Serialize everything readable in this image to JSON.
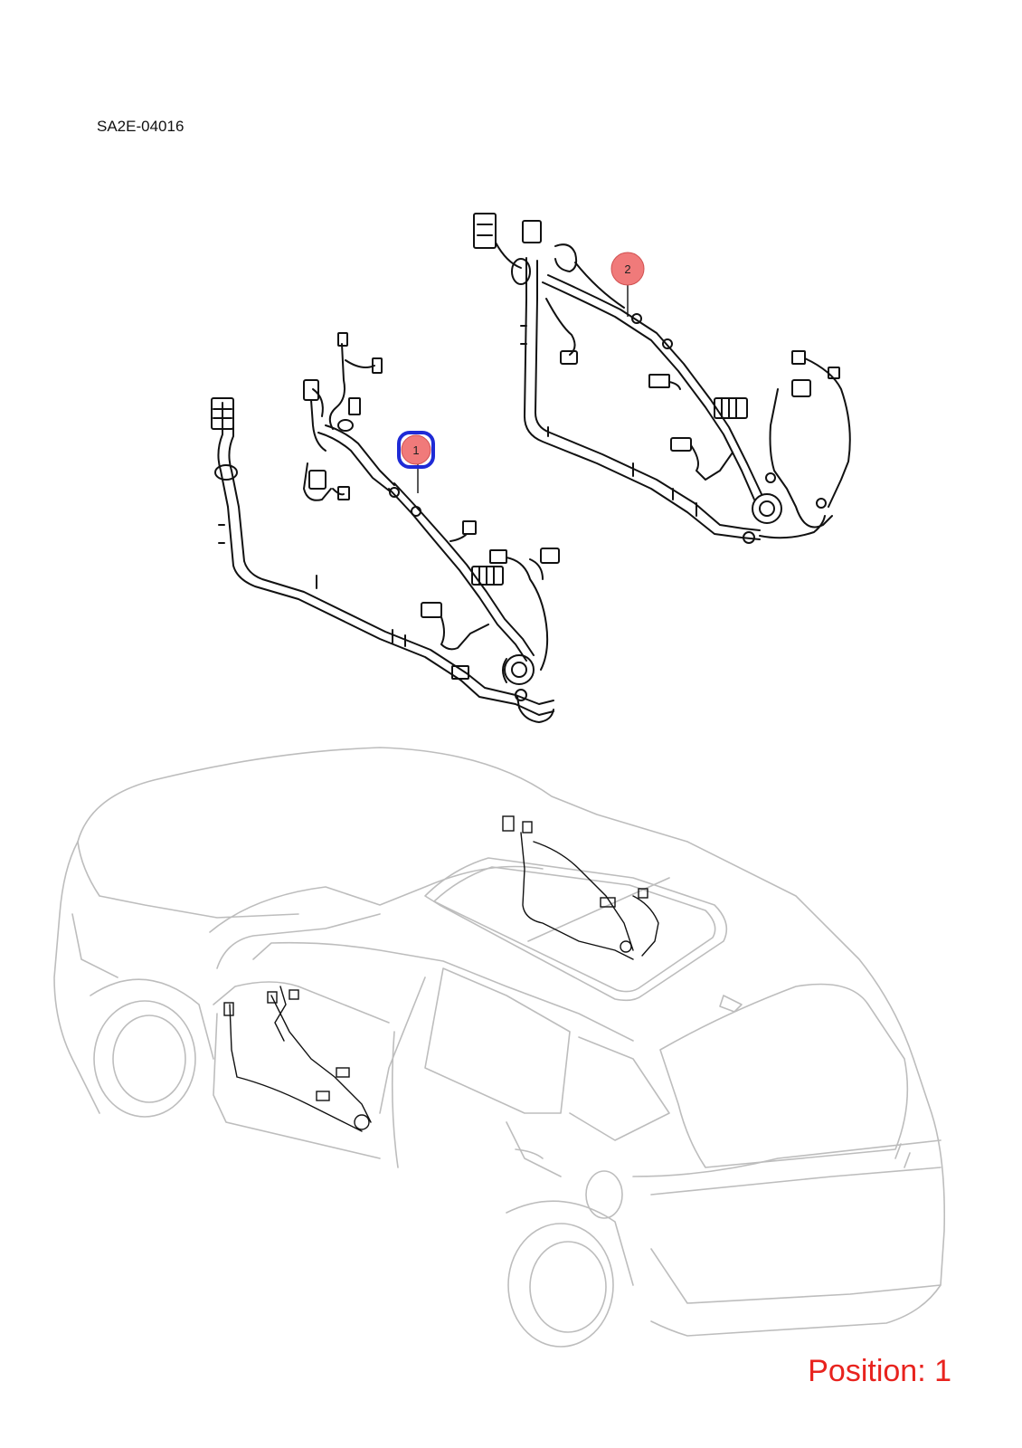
{
  "diagram_code": "SA2E-04016",
  "callouts": [
    {
      "label": "1",
      "selected": true
    },
    {
      "label": "2",
      "selected": false
    }
  ],
  "position_label": "Position: 1",
  "colors": {
    "callout_fill": "#f07a7a",
    "selected_outline": "#1f2bd6",
    "position_text": "#e8231e",
    "harness_line": "#111111",
    "vehicle_line": "#bdbdbd"
  }
}
